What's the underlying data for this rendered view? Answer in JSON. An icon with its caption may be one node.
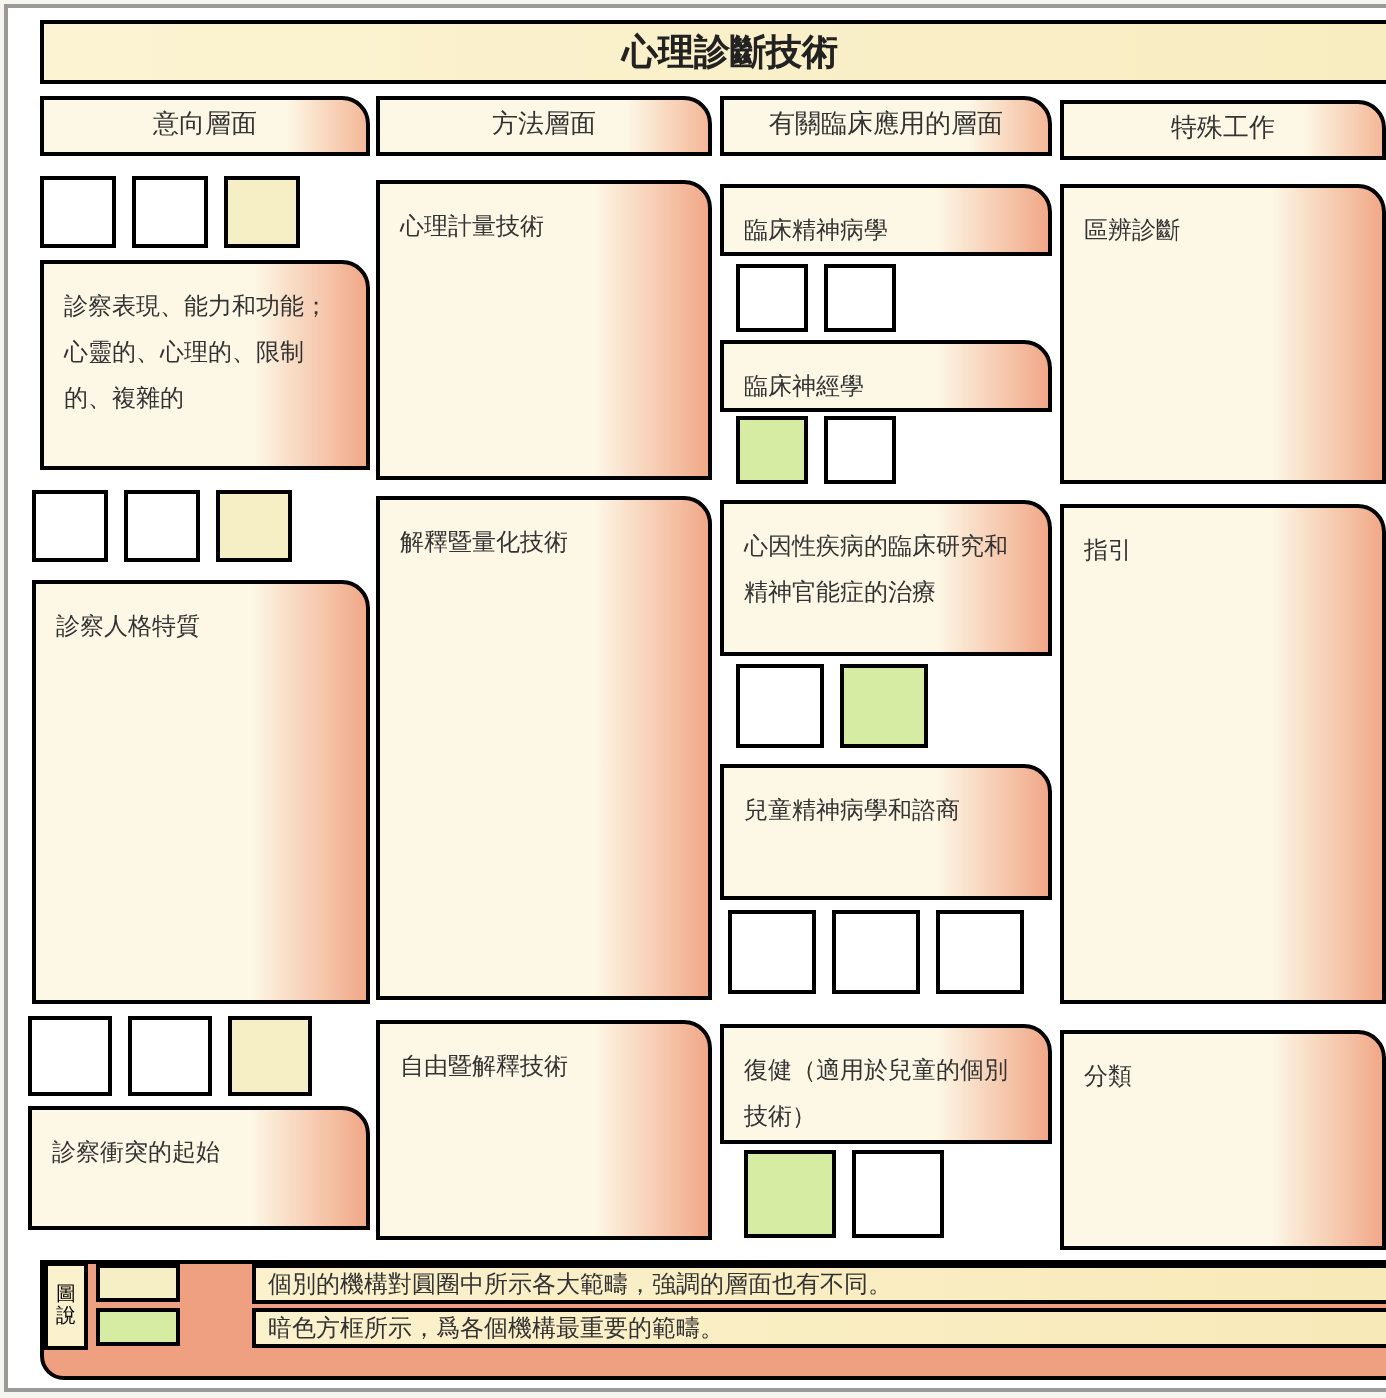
{
  "diagram": {
    "title": "心理診斷技術",
    "nodes": [
      {
        "text": [
          "意向層面"
        ]
      },
      {
        "text": [
          "方法層面"
        ]
      },
      {
        "text": [
          "有關臨床應用的層面"
        ]
      },
      {
        "text": [
          "特殊工作"
        ]
      },
      {
        "text": [
          "診察表現、能力和功能；心靈的、心理的、限制的、複雜的"
        ]
      },
      {
        "text": [
          "心理計量技術"
        ]
      },
      {
        "text": [
          "臨床精神病學"
        ]
      },
      {
        "text": [
          "臨床神經學"
        ]
      },
      {
        "text": [
          "區辨診斷"
        ]
      },
      {
        "text": [
          "診察人格特質"
        ]
      },
      {
        "text": [
          "解釋暨量化技術"
        ]
      },
      {
        "text": [
          "心因性疾病的臨床研究和精神官能症的治療"
        ]
      },
      {
        "text": [
          "指引"
        ]
      },
      {
        "text": [
          "兒童精神病學和諮商"
        ]
      },
      {
        "text": [
          "診察衝突的起始"
        ]
      },
      {
        "text": [
          "自由暨解釋技術"
        ]
      },
      {
        "text": [
          "復健（適用於兒童的個別技術）"
        ]
      },
      {
        "text": [
          "分類"
        ]
      }
    ],
    "labels": [
      "圖說"
    ],
    "legend": [
      {
        "text": "個別的機構對圓圈中所示各大範疇，強調的層面也有不同。",
        "color": "#f6eec4"
      },
      {
        "text": "暗色方框所示，爲各個機構最重要的範疇。",
        "color": "#d6eca2"
      }
    ]
  }
}
